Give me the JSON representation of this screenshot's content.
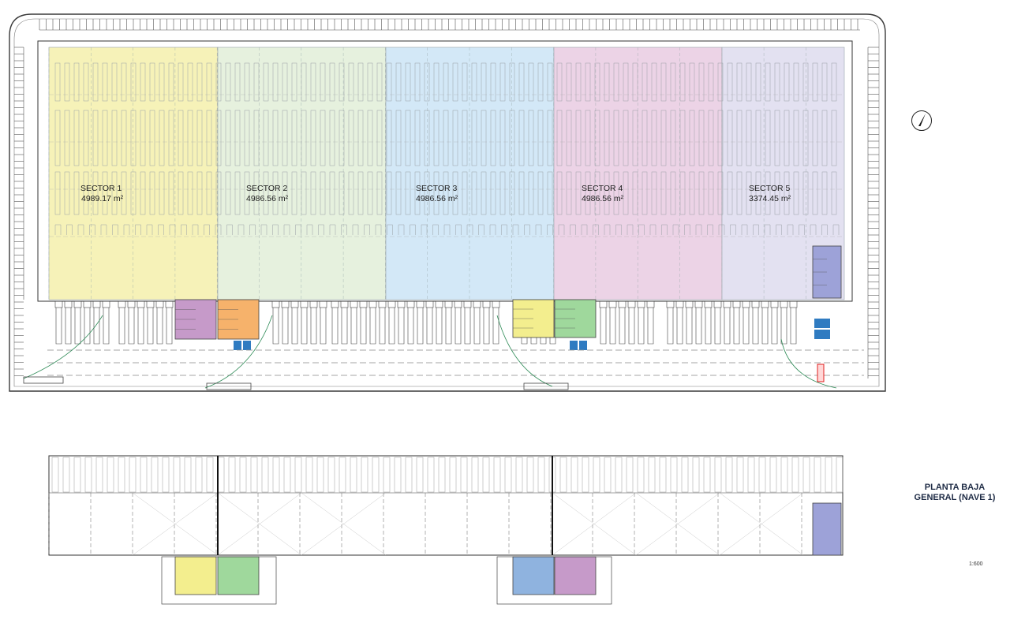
{
  "plan": {
    "sectors": [
      {
        "name": "SECTOR 1",
        "area": "4989.17 m²",
        "color": "#f6f2b8"
      },
      {
        "name": "SECTOR 2",
        "area": "4986.56 m²",
        "color": "#e6f1de"
      },
      {
        "name": "SECTOR 3",
        "area": "4986.56 m²",
        "color": "#d3e8f7"
      },
      {
        "name": "SECTOR 4",
        "area": "4986.56 m²",
        "color": "#ecd3e6"
      },
      {
        "name": "SECTOR 5",
        "area": "3374.45 m²",
        "color": "#e3e1f1"
      }
    ],
    "office_colors": {
      "purple": "#c69ac9",
      "orange": "#f6b26b",
      "yellow": "#f3ee8e",
      "green": "#9fd89c",
      "blue": "#8fb3df",
      "lavender": "#9da2d8",
      "accessible_blue": "#2f7bc1",
      "fire_red": "#e02020"
    },
    "title_line_1": "PLANTA BAJA",
    "title_line_2": "GENERAL (NAVE 1)",
    "scale": "1:600"
  }
}
